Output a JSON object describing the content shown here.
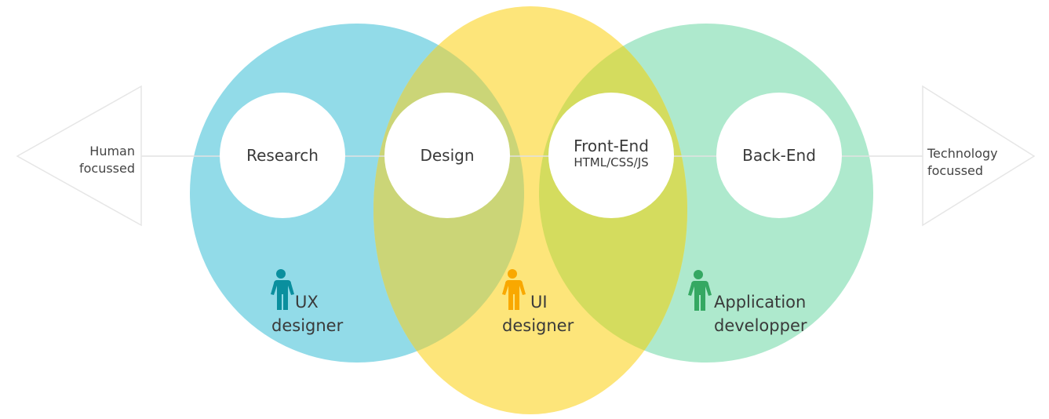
{
  "colors": {
    "ux": "#92dbe8",
    "ui": "#fde57a",
    "dev": "#aee9cd",
    "ux_ui_overlap": "#cbd577",
    "ui_dev_overlap": "#d4dc5e",
    "ux_icon": "#0a8f9e",
    "ui_icon": "#f9a800",
    "dev_icon": "#35a862"
  },
  "axis": {
    "left_label_line1": "Human",
    "left_label_line2": "focussed",
    "right_label_line1": "Technology",
    "right_label_line2": "focussed"
  },
  "stages": [
    {
      "label": "Research"
    },
    {
      "label": "Design"
    },
    {
      "label": "Front-End",
      "sublabel": "HTML/CSS/JS"
    },
    {
      "label": "Back-End"
    }
  ],
  "roles": [
    {
      "line1": "UX",
      "line2": "designer",
      "icon": "person-icon"
    },
    {
      "line1": "UI",
      "line2": "designer",
      "icon": "person-icon"
    },
    {
      "line1": "Application",
      "line2": "developper",
      "icon": "person-icon"
    }
  ]
}
